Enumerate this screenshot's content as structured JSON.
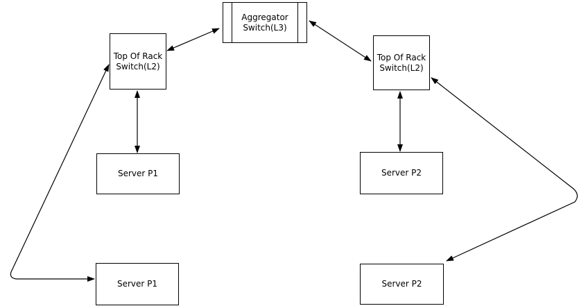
{
  "diagram": {
    "colors": {
      "background": "#ffffff",
      "line": "#000000",
      "text": "#000000",
      "node_fill": "#ffffff",
      "node_border": "#000000"
    },
    "nodes": {
      "aggregator": {
        "lines": [
          "Aggregator",
          "Switch(L3)"
        ],
        "shape": "process"
      },
      "tor_left": {
        "lines": [
          "Top Of Rack",
          "Switch(L2)"
        ],
        "shape": "rect"
      },
      "tor_right": {
        "lines": [
          "Top Of Rack",
          "Switch(L2)"
        ],
        "shape": "rect"
      },
      "server_p1_upper": {
        "lines": [
          "Server P1"
        ],
        "shape": "rect"
      },
      "server_p2_upper": {
        "lines": [
          "Server P2"
        ],
        "shape": "rect"
      },
      "server_p1_lower": {
        "lines": [
          "Server P1"
        ],
        "shape": "rect"
      },
      "server_p2_lower": {
        "lines": [
          "Server P2"
        ],
        "shape": "rect"
      }
    },
    "edges": [
      {
        "from": "tor_left",
        "to": "aggregator",
        "type": "bidirectional-arrow"
      },
      {
        "from": "aggregator",
        "to": "tor_right",
        "type": "bidirectional-arrow"
      },
      {
        "from": "tor_left",
        "to": "server_p1_upper",
        "type": "bidirectional-arrow"
      },
      {
        "from": "tor_right",
        "to": "server_p2_upper",
        "type": "bidirectional-arrow"
      },
      {
        "from": "tor_left",
        "to": "server_p1_lower",
        "type": "bidirectional-arrow",
        "route": "around-left-edge"
      },
      {
        "from": "tor_right",
        "to": "server_p2_lower",
        "type": "bidirectional-arrow",
        "route": "around-right-edge"
      }
    ]
  }
}
